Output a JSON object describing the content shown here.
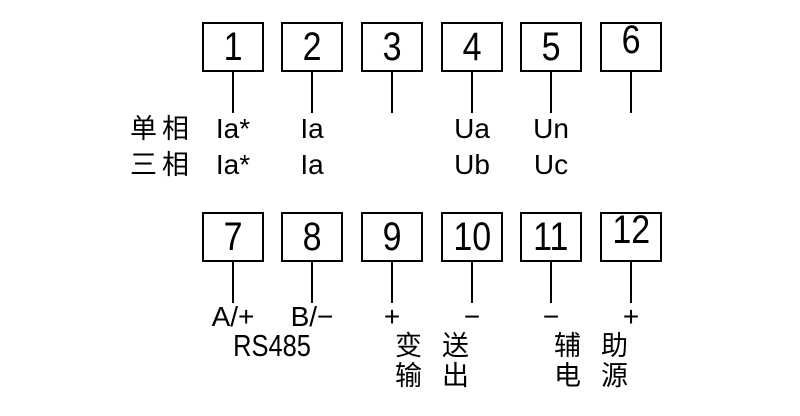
{
  "colors": {
    "ink": "#000000",
    "background": "#ffffff"
  },
  "terminal_strip": {
    "top_terminals": [
      "1",
      "2",
      "3",
      "4",
      "5",
      "6"
    ],
    "bottom_terminals": [
      "7",
      "8",
      "9",
      "10",
      "11",
      "12"
    ],
    "wiring_rows": [
      {
        "header": "单相",
        "labels": [
          "Ia*",
          "Ia",
          "",
          "Ua",
          "Un",
          ""
        ]
      },
      {
        "header": "三相",
        "labels": [
          "Ia*",
          "Ia",
          "",
          "Ub",
          "Uc",
          ""
        ]
      }
    ],
    "bottom_polarities": [
      "A/+",
      "B/−",
      "+",
      "−",
      "−",
      "+"
    ],
    "bottom_groups": [
      {
        "name": "rs485",
        "lines": [
          "RS485",
          ""
        ]
      },
      {
        "name": "transmit-output",
        "lines": [
          "变送",
          "输出"
        ]
      },
      {
        "name": "aux-power",
        "lines": [
          "辅助",
          "电源"
        ]
      }
    ]
  }
}
